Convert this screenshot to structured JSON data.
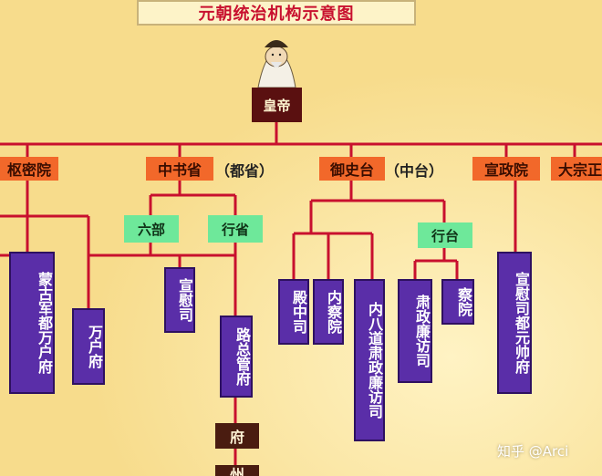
{
  "title": "元朝统治机构示意图",
  "emperor": "皇帝",
  "top_level": {
    "shumiyuan": "枢密院",
    "zhongshusheng": "中书省",
    "zhongshusheng_note": "（都省）",
    "yushitai": "御史台",
    "yushitai_note": "（中台）",
    "xuanzhengyuan": "宣政院",
    "dazongzheng": "大宗正"
  },
  "second_level": {
    "liubu": "六部",
    "xingsheng": "行省",
    "xingtai": "行台"
  },
  "purple_boxes": {
    "menggu_junduwanhufu": "蒙古军都万户府",
    "wanhufu": "万户府",
    "xuanweisi": "宣慰司",
    "luzongguanfu": "路总管府",
    "dianzhongsi": "殿中司",
    "nachayuan": "内察院",
    "neibadao": "内八道肃政廉访司",
    "suzhenglianfangsi": "肃政廉访司",
    "chayuan": "察院",
    "xuanweisi_duyuanshuaifu": "宣慰司都元帅府"
  },
  "lower": {
    "fu": "府",
    "zhou": "州"
  },
  "watermark": "知乎 @Arci",
  "colors": {
    "background": "#fbe9a8",
    "line": "#c8102e",
    "orange": "#f2682a",
    "green": "#6ee89a",
    "purple": "#5a2ea8",
    "dark": "#4a1c10"
  }
}
